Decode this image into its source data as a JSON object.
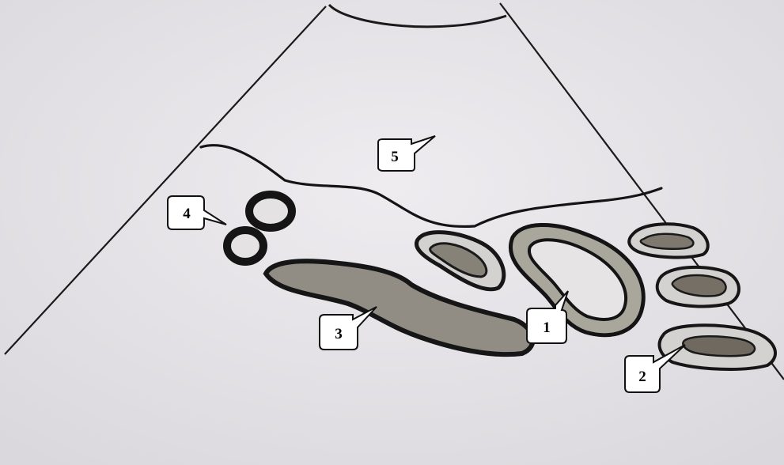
{
  "colors": {
    "paper": "#e9e7ea",
    "paper_shade": "#dcdade",
    "ink": "#141414",
    "fill_dark": "#847f77",
    "fill_mid": "#a9a69c",
    "fill_light": "#e4e2e2",
    "callout_bg": "#ffffff"
  },
  "callouts": [
    {
      "id": "1",
      "label": "1"
    },
    {
      "id": "2",
      "label": "2"
    },
    {
      "id": "3",
      "label": "3"
    },
    {
      "id": "4",
      "label": "4"
    },
    {
      "id": "5",
      "label": "5"
    }
  ]
}
